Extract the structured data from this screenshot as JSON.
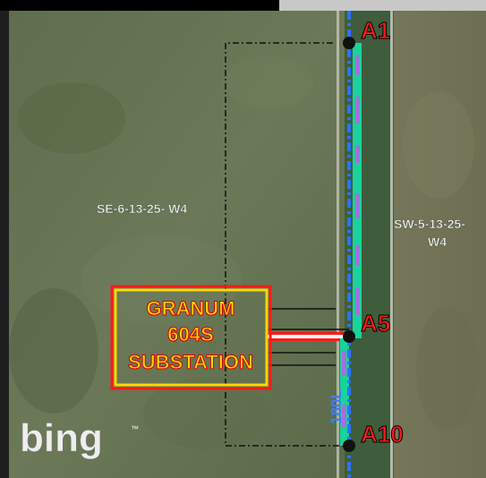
{
  "parcels": {
    "west": "SE-6-13-25- W4",
    "east_line1": "SW-5-13-25-",
    "east_line2": "W4"
  },
  "substation": {
    "line1": "GRANUM",
    "line2": "604S",
    "line3": "SUBSTATION"
  },
  "points": {
    "a1": "A1",
    "a5": "A5",
    "a10": "A10"
  },
  "line_label": "180L",
  "watermark": "bing",
  "colors": {
    "point_label": "#ff1a1a",
    "substation_text": "#ffd700",
    "substation_border": "#ff1a1a",
    "proposed_line": "#2a73ff",
    "corridor_green": "#19d39a",
    "corridor_purple": "#a46fe0"
  }
}
